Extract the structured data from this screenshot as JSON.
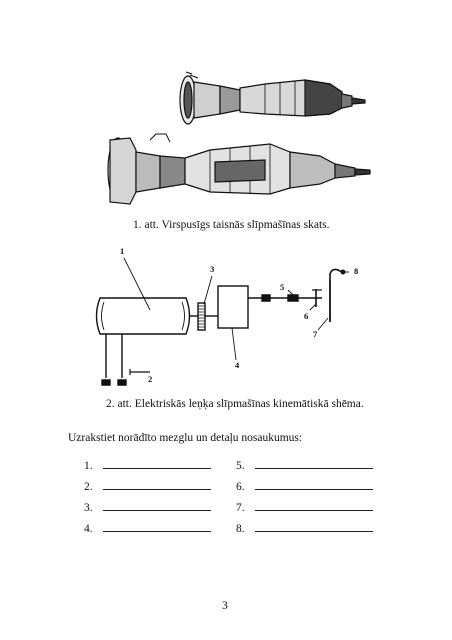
{
  "figure1": {
    "caption": "1. att. Virspusīgs taisnās slīpmašīnas skats."
  },
  "figure2": {
    "caption": "2. att. Elektriskās leņķa slīpmašīnas kinemātiskā shēma.",
    "labels": [
      "1",
      "2",
      "3",
      "4",
      "5",
      "6",
      "7",
      "8"
    ]
  },
  "instruction": "Uzrakstiet norādīto mezglu un detaļu nosaukumus:",
  "answer_lines": {
    "left": [
      "1.",
      "2.",
      "3.",
      "4."
    ],
    "right": [
      "5.",
      "6.",
      "7.",
      "8."
    ]
  },
  "page_number": "3"
}
